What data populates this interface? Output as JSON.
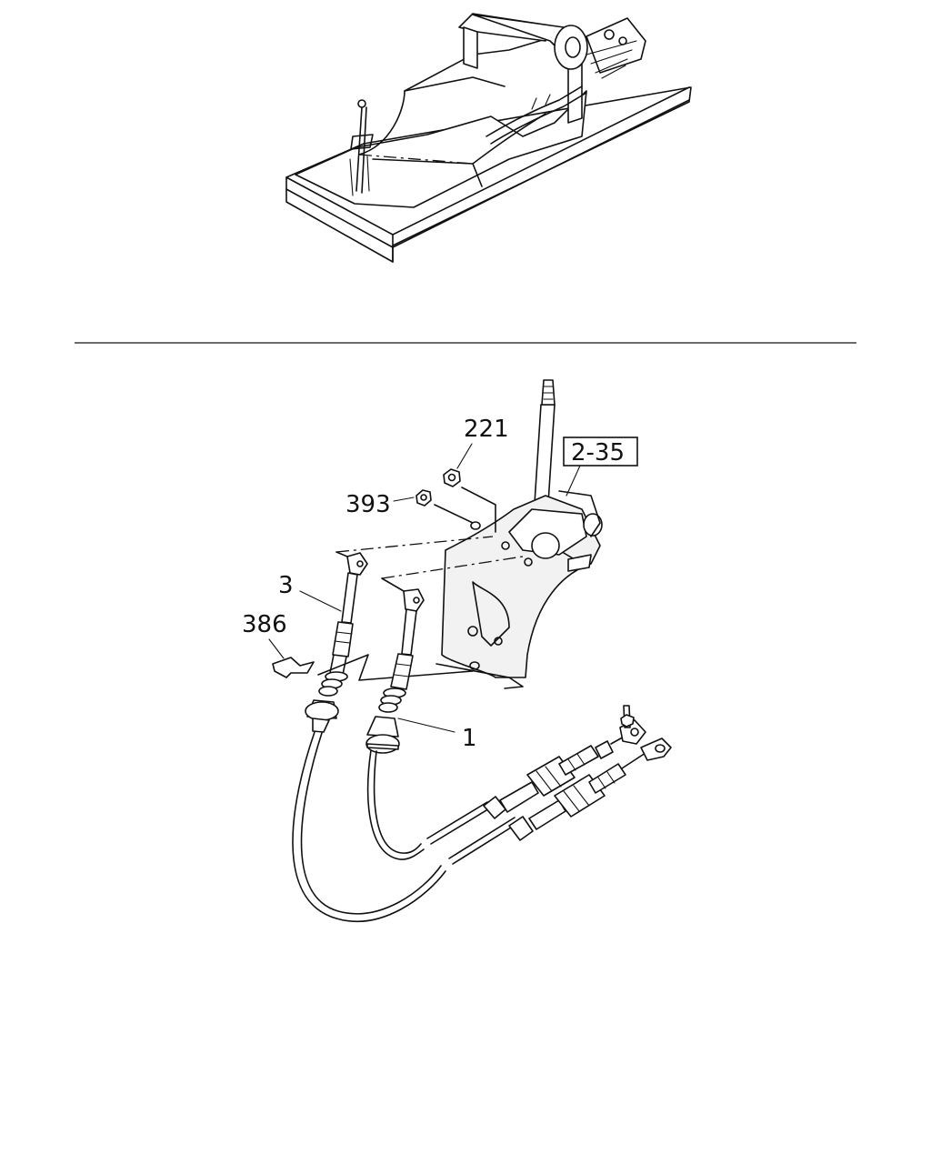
{
  "callouts": {
    "c221": "221",
    "c393": "393",
    "c3": "3",
    "c386": "386",
    "c1": "1",
    "ref": "2-35"
  }
}
